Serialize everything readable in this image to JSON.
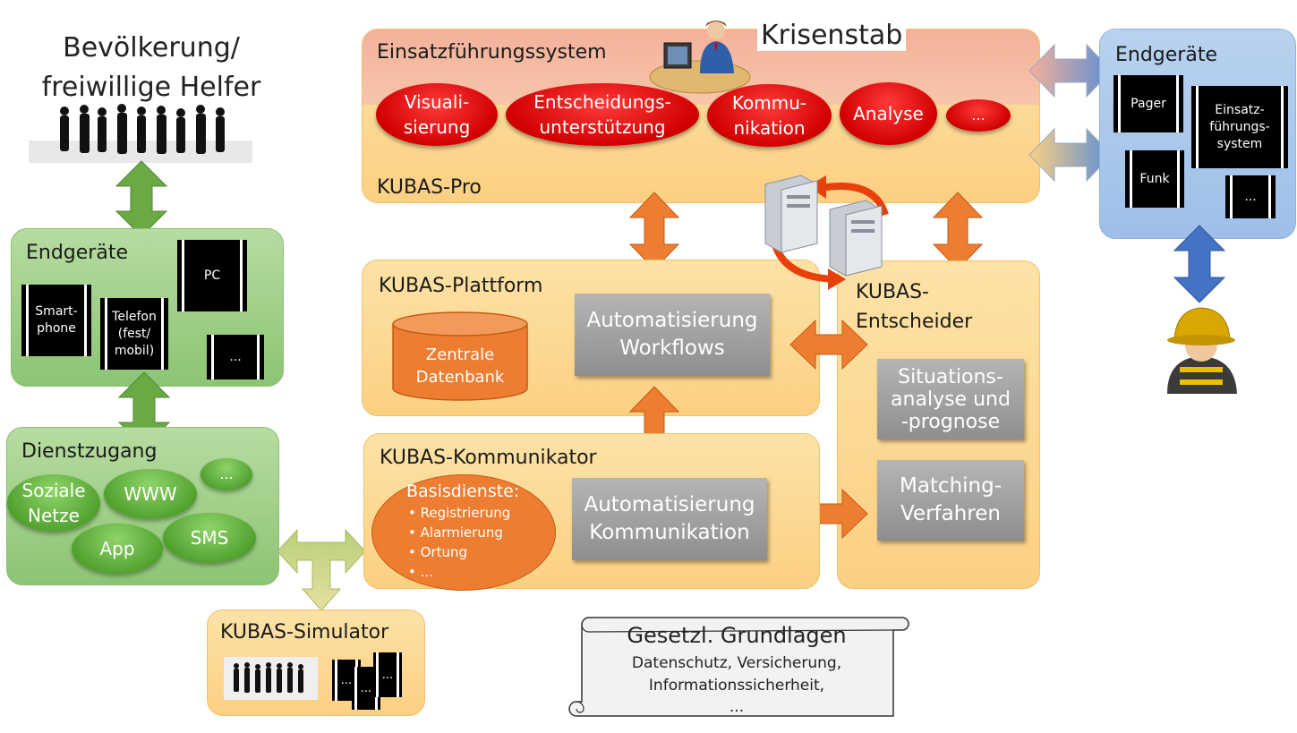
{
  "population": {
    "title_line1": "Bevölkerung/",
    "title_line2": "freiwillige Helfer"
  },
  "endgeraete_left": {
    "title": "Endgeräte",
    "devices": [
      "Smart-\nphone",
      "Telefon\n(fest/\nmobil)",
      "PC",
      "..."
    ]
  },
  "dienstzugang": {
    "title": "Dienstzugang",
    "items": [
      "Soziale\nNetze",
      "WWW",
      "...",
      "App",
      "SMS"
    ]
  },
  "simulator": {
    "title": "KUBAS-Simulator",
    "devices": [
      "...",
      "...",
      "..."
    ]
  },
  "pro": {
    "top_title": "Einsatzführungssystem",
    "krisenstab": "Krisenstab",
    "modules": [
      "Visuali-\nsierung",
      "Entscheidungs-\nunterstützung",
      "Kommu-\nnikation",
      "Analyse",
      "..."
    ],
    "bottom_title": "KUBAS-Pro"
  },
  "plattform": {
    "title": "KUBAS-Plattform",
    "db": "Zentrale\nDatenbank",
    "workflows": "Automatisierung\nWorkflows"
  },
  "kommunikator": {
    "title": "KUBAS-Kommunikator",
    "basis_title": "Basisdienste:",
    "basis_items": [
      "• Registrierung",
      "• Alarmierung",
      "• Ortung",
      "• ..."
    ],
    "auto": "Automatisierung\nKommunikation"
  },
  "entscheider": {
    "title": "KUBAS-\nEntscheider",
    "situation": "Situations-\nanalyse und\n-prognose",
    "matching": "Matching-\nVerfahren"
  },
  "endgeraete_right": {
    "title": "Endgeräte",
    "devices": [
      "Pager",
      "Einsatz-\nführungs-\nsystem",
      "Funk",
      "..."
    ]
  },
  "gesetz": {
    "title": "Gesetzl. Grundlagen",
    "line1": "Datenschutz, Versicherung,",
    "line2": "Informationssicherheit,",
    "line3": "..."
  },
  "colors": {
    "green_arrow": "#6aa944",
    "orange_arrow": "#ed7d31",
    "blue_arrow": "#4472c4",
    "module_red": "#d10000"
  },
  "icons": [
    "crowd-silhouette-icon",
    "operator-at-desk-icon",
    "server-icon",
    "firefighter-icon"
  ]
}
